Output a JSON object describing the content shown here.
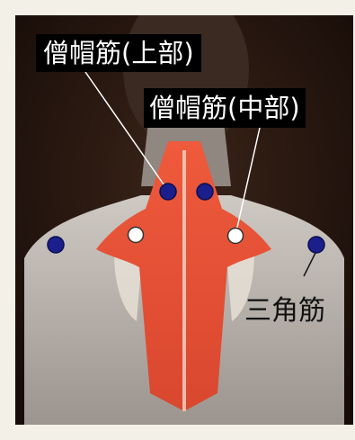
{
  "labels": {
    "trapezius_upper": "僧帽筋(上部)",
    "trapezius_middle": "僧帽筋(中部)",
    "deltoid": "三角筋"
  },
  "colors": {
    "trapezius_muscle": "#e8553a",
    "upper_point_fill": "#1a1f8c",
    "middle_point_fill": "#ffffff",
    "background_dark": "#23140f",
    "skin": "#b8b2ac"
  }
}
